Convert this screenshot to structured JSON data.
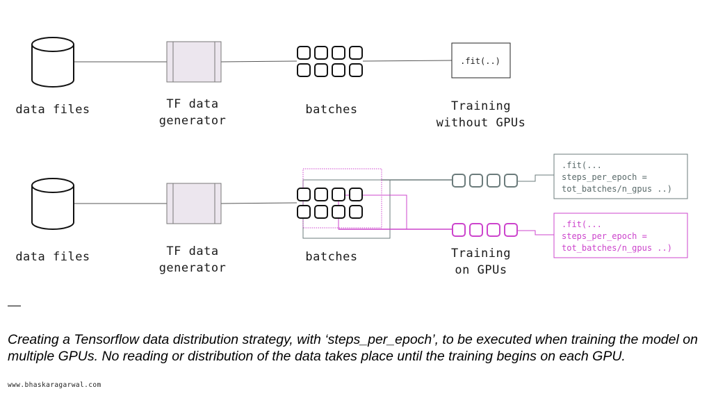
{
  "row1": {
    "data_files": "data files",
    "generator": [
      "TF data",
      "generator"
    ],
    "batches": "batches",
    "fit_code": ".fit(..)",
    "training": [
      "Training",
      "without GPUs"
    ]
  },
  "row2": {
    "data_files": "data files",
    "generator": [
      "TF data",
      "generator"
    ],
    "batches": "batches",
    "training": [
      "Training",
      "on GPUs"
    ],
    "gpu1_code": [
      ".fit(...",
      "steps_per_epoch =",
      "tot_batches/n_gpus ..)"
    ],
    "gpu2_code": [
      ".fit(...",
      "steps_per_epoch =",
      "tot_batches/n_gpus ..)"
    ]
  },
  "caption": "Creating a Tensorflow data distribution strategy, with ‘steps_per_epoch’, to be executed when training the model on multiple GPUs. No reading or distribution of the data takes place until the training begins on each GPU.",
  "footer": "www.bhaskaragarwal.com",
  "colors": {
    "gpu1": "#6b7b7b",
    "gpu2": "#cc44cc",
    "dark": "#1a1a1a",
    "generator_fill": "#ece6ee"
  }
}
